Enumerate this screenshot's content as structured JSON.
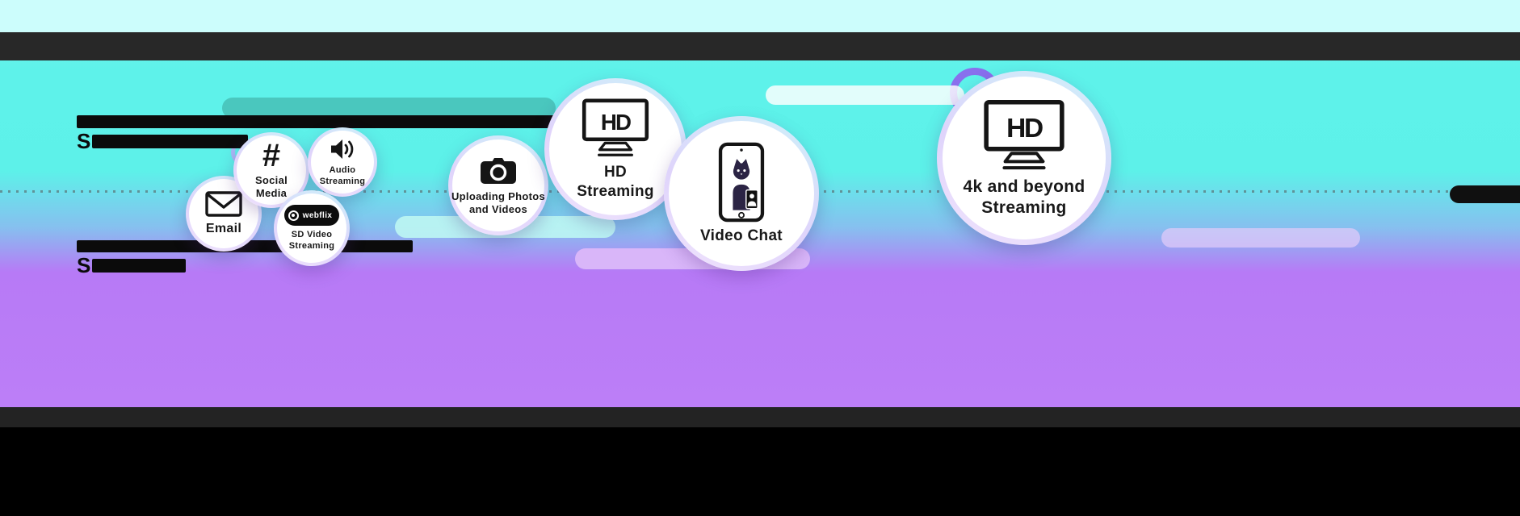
{
  "colors": {
    "top_strip": "#ccfdfc",
    "header_bar": "#282828",
    "background_cyan": "#5ef2ea",
    "background_purple": "#bb7cf6",
    "footer_bar": "#232323",
    "footer_black": "#000000",
    "teal_pill": "#49c3ba",
    "light_cyan_pill": "#bef8f3",
    "light_purple_pill": "#d9b6f9",
    "bubble_face": "#ffffff",
    "icon_ink": "#151515"
  },
  "left_text_blocks": [
    {
      "visible_prefix": "S"
    },
    {
      "visible_prefix": "S"
    }
  ],
  "bubbles": [
    {
      "name": "email",
      "label": "Email",
      "icon": "envelope-icon"
    },
    {
      "name": "social-media",
      "label": "Social Media",
      "icon": "hashtag-icon",
      "icon_glyph": "#"
    },
    {
      "name": "audio-streaming",
      "label": "Audio Streaming",
      "icon": "speaker-icon"
    },
    {
      "name": "sd-video-streaming",
      "label": "SD Video Streaming",
      "icon": "webflix-logo",
      "logo_text": "webflix"
    },
    {
      "name": "uploading-photos-and-videos",
      "label": "Uploading Photos and Videos",
      "icon": "camera-icon"
    },
    {
      "name": "hd-streaming",
      "label": "HD Streaming",
      "icon": "tv-hd-icon",
      "icon_text": "HD"
    },
    {
      "name": "video-chat",
      "label": "Video Chat",
      "icon": "smartphone-cat-icon"
    },
    {
      "name": "4k-and-beyond-streaming",
      "label": "4k and beyond Streaming",
      "icon": "tv-hd-icon",
      "icon_text": "HD"
    }
  ]
}
